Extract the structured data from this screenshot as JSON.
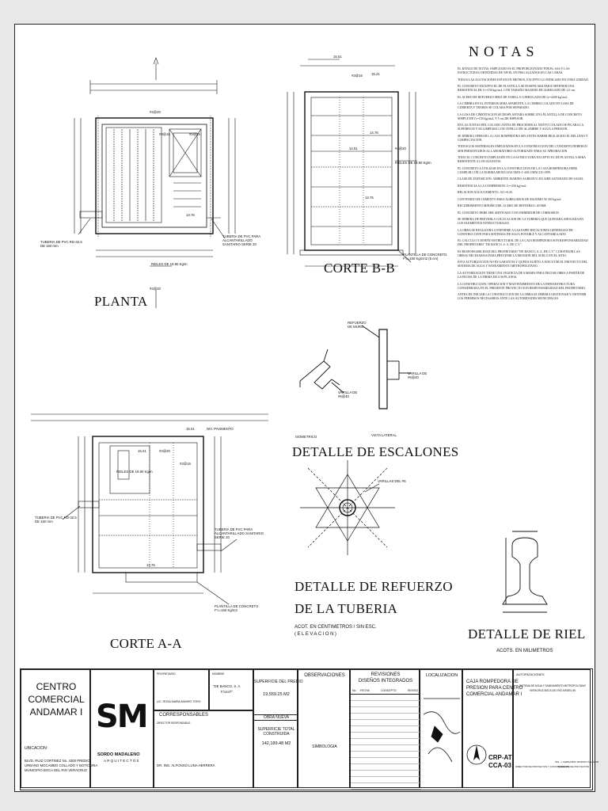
{
  "notas": {
    "title": "NOTAS",
    "paragraphs": [
      "EL RANGO DE NOTAS, EMPLEADO ES EL PROPORCIONADO POR EL SAS Y LAS ESTRUCTURAS OBTENIDAS DE NIVEL EN PISO ALZADOS EN LAS CARAS.",
      "TODAS LAS ACOTACIONES ESTAN EN METROS, EXCEPTO LO INDICADO EN OTRA UNIDAD.",
      "EL CONCRETO EXCEPTO EL DE PLANTILLA SE DOSIFICARA PARA OBTENER UNA RESISTENCIA DE f'c=150 kg/cm2, CON TAMAÑO MAXIMO DE AGREGADO DE 2.0 cm.",
      "EL ACERO DE REFUERZO SERA DE VARILLA CORRUGADA DE fy=4200 kg/cm2.",
      "LA CIMBRA EN EL INTERIOR SERA APARENTE, LA CIMBRA COLADO EN LOSA DE CUBIERTA Y TRABES SE COLARA POR SEPARADO.",
      "LA LOSA DE CIMENTACION SE DESPLANTARA SOBRE UNA PLANTILLA DE CONCRETO SIMPLE DE f'c=150 kg/cm2, Y 5 cm DE ESPESOR.",
      "EN LAS JUNTAS DEL COLADO ANTES DE PROCEDER AL NUEVO COLADO SE PICARA LA SUPERFICIE Y SE LIMPIARA CON CEPILLO DE ALAMBRE Y AGUA A PRESION.",
      "SE DEBERA OPERAR LA CAJA ROMPEDORA SIN ANTES HABER REALIZADO EL RELLENO Y COMPACTACION.",
      "TODOS LOS MATERIALES EMPLEADOS EN LA CONSTRUCCION DEL CONCRETO DEBERAN SER PRESENTADOS AL LABORATORIO AUTORIZADO PARA SU APROBACION.",
      "TODO EL CONCRETO EMPLEADO EN LA ESTRUCTURA EXCEPTO EL DE PLANTILLA SERA RESISTENTE A LOS SULFATOS.",
      "EL CONCRETO A UTILIZAR EN LA CONSTRUCCION DE LA CAJA ROMPEDORA DEBE CUMPLIR CON LA NORMA MEXICANA NMX-C-403-ONNCCE-1999.",
      "CLASE DE EXPOSICION: AMBIENTE MARINO AGRESIVO EN AIRE SATURADO DE SALES.",
      "RESISTENCIA A LA COMPRESION: f'c=250 kg/cm2.",
      "RELACION AGUA/CEMENTO: A/C=0.45.",
      "CONTENIDO DE CEMENTO PARA AGREGADOS DE MAXIMO 50 350 kg/m3.",
      "RECUBRIMIENTO MINIMO DEL ACERO DE REFUERZO: 40 MM.",
      "EL CONCRETO DEBE SER ADITIVADO CON INHIBIDOR DE CORROSION.",
      "SE DEBERA DE PREVERLA COLOCACION DE LA TUBERIA QUE QUEDARA AHOGADA EN LOS ELEMENTOS ESTRUCTURALES.",
      "LA OBRA SE REALIZARA CONFORME A LAS ESPECIFICACIONES GENERALES DE CONSTRUCCION PARA SISTEMAS DE AGUA POTABLE Y ALCANTARILLADO.",
      "EL CALCULO Y DISEÑO ESTRUCTURAL DE LA CAJA ROMPEDORA SON RESPONSABILIDAD DEL PROPIETARIO \"DE BANCO, S. A. DE C.V.\".",
      "ES RESPONSABILIDAD DEL PROPIETARIO \"DE BANCO, S. A. DE C.V.\" CONSTRUIR LAS OBRAS NECESARIAS PARA PREVENIR LA EROSION DEL SUELO EN EL SITIO.",
      "ESTA AUTORIZACION NO ES GARANTIA Y QUEDA SUJETO A EJECUTAR EL PROYECTO DEL SISTEMA DE AGUA Y SANEAMIENTO METROPOLITANO.",
      "LA AUTORIZACION TIENE UNA VIGENCIA DE 6 MESES PARA INICIAR OBRA A PARTIR DE LA FECHA DE LA FIRMA DE LOS PLANOS.",
      "LA CONSTRUCCION, OPERACION Y MANTENIMIENTO DE LA INFRAESTRUCTURA CONSIDERADA EN EL PRESENTE PROYECTO SON RESPONSABILIDAD DEL PROPIETARIO.",
      "ANTES DE INICIAR LA CONSTRUCCION DE LA OBRA SE DEBERA GESTIONAR Y OBTENER LOS PERMISOS NECESARIOS ANTE LAS AUTORIDADES MUNICIPALES."
    ]
  },
  "drawings": {
    "planta": {
      "title": "PLANTA",
      "labels": [
        "#4@20",
        "#3@16",
        "#5@16",
        "TUBERIA DE PVC RD-32.5 DE 150 mm",
        "TUBERIA DE PVC PARA ALCANTARILLADO SANITARIO SERIE 20",
        "RIELES DE 19.80 Kg/m",
        "#4@20",
        "13.76"
      ]
    },
    "corte_bb": {
      "title": "CORTE B-B",
      "labels": [
        "15.51",
        "15.21",
        "#3@16",
        "#4@20",
        "RIELES DE 19.80 Kg/m",
        "14.76",
        "14.51",
        "13.76",
        "PLANTILLA DE CONCRETO F'c=150 Kg/cm2 (5 cm)"
      ]
    },
    "corte_aa": {
      "title": "CORTE A-A",
      "labels": [
        "15.51",
        "NIV. PAVIMENTO",
        "15.21",
        "#4@20",
        "#3@16",
        "RIELES DE 19.80 Kg/m",
        "TUBERIA DE PVC RD-32.5 DE 150 mm",
        "TUBERIA DE PVC PARA ALCANTARILLADO SANITARIO SERIE 20",
        "PLANTILLA DE CONCRETO F'c=150 Kg/m2",
        "13.76"
      ]
    },
    "escalones": {
      "title": "DETALLE DE ESCALONES",
      "labels": [
        "REFUERZO DE MURO",
        "VARILLA DE #6@40",
        "VARILLA DE #6@40",
        "ISOMETRICO",
        "VISTA LATERAL"
      ]
    },
    "tuberia": {
      "title_line1": "DETALLE DE REFUERZO",
      "title_line2": "DE LA TUBERIA",
      "subtitle_line1": "ACOT. EN CENTIMETROS / SIN ESC.",
      "subtitle_line2": "(ELEVACION)",
      "labels": [
        "VARILLAS DEL #5"
      ]
    },
    "riel": {
      "title": "DETALLE DE RIEL",
      "subtitle": "ACOTS. EN MILIMETROS"
    }
  },
  "title_block": {
    "project_line1": "CENTRO",
    "project_line2": "COMERCIAL",
    "project_line3": "ANDAMAR I",
    "ubicacion_label": "UBICACION:",
    "ubicacion_text_1": "BLVD. RUIZ CORTINEZ No. 4300 PREDIO",
    "ubicacion_text_2": "URBANO MOCAMBO COLLADO Y BOTICARIA",
    "ubicacion_text_3": "MUNICIPIO BOCA DEL RIO VERACRUZ",
    "logo": "SM",
    "logo_sub1": "SORDO MADALENO",
    "logo_sub2": "ARQUITECTOS",
    "propietario_label": "PROPIETARIO",
    "propietario_name": "LIC. ROSA MARIA MUNRO TORO",
    "nombre_label": "NOMBRE",
    "nombre_value_1": "\"DE BANCO, S. A.",
    "nombre_value_2": "F/1447\"",
    "corresponsables": "CORRESPONSABLES",
    "director_label": "DIRECTOR RESPONSABLE",
    "director_name": "DR. ING. ALFONSO LUNA HERRERA",
    "superficie_predio_label": "SUPERFICIE DEL PREDIO",
    "superficie_predio_value": "19,559.25 M2",
    "obra_nueva": "OBRA NUEVA",
    "superficie_total_label": "SUPERFICIE TOTAL CONSTRUIDA",
    "superficie_total_value": "142,189.48 M2",
    "observaciones": "OBSERVACIONES",
    "simbologia": "SIMBOLOGIA",
    "revisiones_line1": "REVISIONES",
    "revisiones_line2": "DISEÑOS INTEGRADOS",
    "rev_col1": "No.",
    "rev_col2": "FECHA",
    "rev_col3": "CONCEPTO",
    "rev_col4": "REVISO",
    "localizacion": "LOCALIZACION",
    "sheet_title_1": "CAJA ROMPEDORA DE",
    "sheet_title_2": "PRESION PARA CENTRO",
    "sheet_title_3": "COMERCIAL ANDAMAR I",
    "sheet_code_1": "CRP-AT",
    "sheet_code_2": "CCA-03",
    "autorizaciones": "AUTORIZACIONES",
    "sas_line1": "SISTEMA DE AGUA Y SANEAMIENTO METROPOLITANO",
    "sas_line2": "VERACRUZ-BOCA DEL RIO-MEDELLIN",
    "firma_1": "DIRECTOR DE PROYECTOS Y CONSTRUCCION",
    "firma_2": "ING. J. FERNANDO MORATO SALAZAR",
    "firma_3": "GERENTE DE PROYECTOS"
  },
  "colors": {
    "ink": "#111111",
    "paper": "#ffffff",
    "background": "#e8e8e8"
  }
}
